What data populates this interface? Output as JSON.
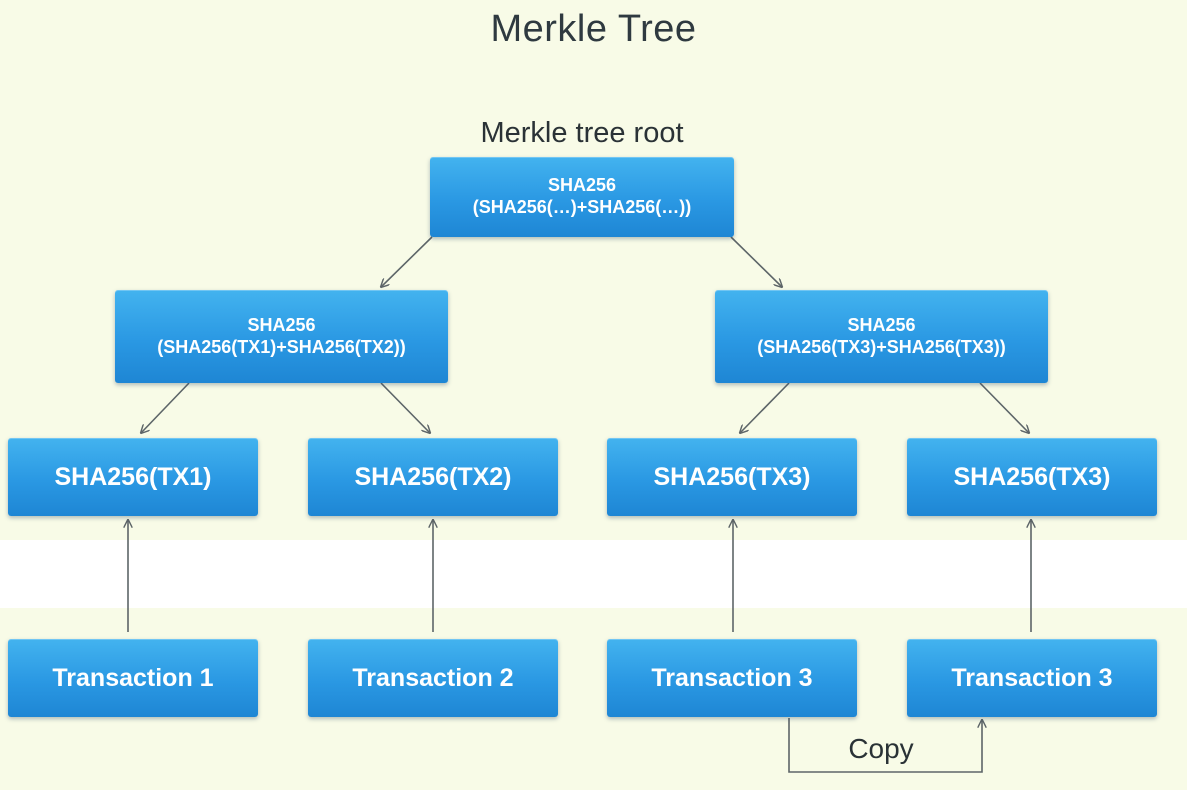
{
  "diagram": {
    "title": "Merkle Tree",
    "root_label": "Merkle tree root",
    "copy_label": "Copy",
    "root": {
      "line1": "SHA256",
      "line2": "(SHA256(…)+SHA256(…))"
    },
    "left_branch": {
      "line1": "SHA256",
      "line2": "(SHA256(TX1)+SHA256(TX2))"
    },
    "right_branch": {
      "line1": "SHA256",
      "line2": "(SHA256(TX3)+SHA256(TX3))"
    },
    "leaves": [
      "SHA256(TX1)",
      "SHA256(TX2)",
      "SHA256(TX3)",
      "SHA256(TX3)"
    ],
    "transactions": [
      "Transaction 1",
      "Transaction 2",
      "Transaction 3",
      "Transaction 3"
    ],
    "colors": {
      "background": "#f8fbe7",
      "node_top": "#43b3ef",
      "node_bottom": "#1e86d4",
      "node_text": "#ffffff",
      "connector": "#5d6568"
    }
  }
}
